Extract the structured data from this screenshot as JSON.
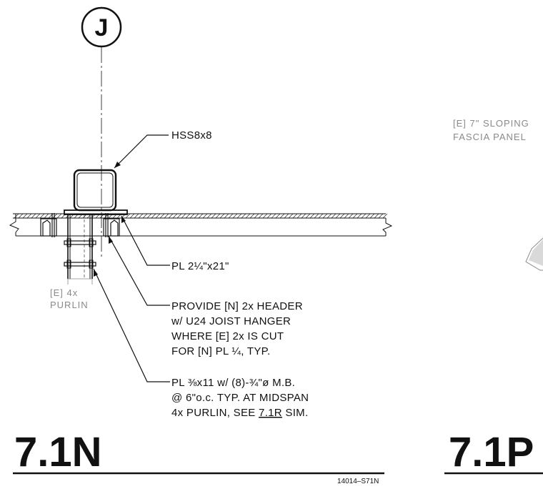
{
  "grid_bubble": "J",
  "notes": {
    "column": "HSS8x8",
    "plate": "PL 2¼\"x21\"",
    "header": [
      "PROVIDE [N] 2x HEADER",
      "w/ U24 JOIST HANGER",
      "WHERE [E] 2x IS CUT",
      "FOR [N] PL ¼, TYP."
    ],
    "side_plates_line1": "PL ⅜x11 w/ (8)-¾\"ø M.B.",
    "side_plates_line2": "@ 6\"o.c. TYP. AT MIDSPAN",
    "side_plates_line3_pre": "4x PURLIN, SEE ",
    "side_plates_line3_ref": "7.1R",
    "side_plates_line3_post": " SIM."
  },
  "existing_labels": {
    "purlin": [
      "[E] 4x",
      "PURLIN"
    ],
    "fascia": [
      "[E] 7\" SLOPING",
      "FASCIA PANEL"
    ]
  },
  "detail_titles": {
    "left": "7.1N",
    "right": "7.1P"
  },
  "drawing_number": "14014–S71N"
}
